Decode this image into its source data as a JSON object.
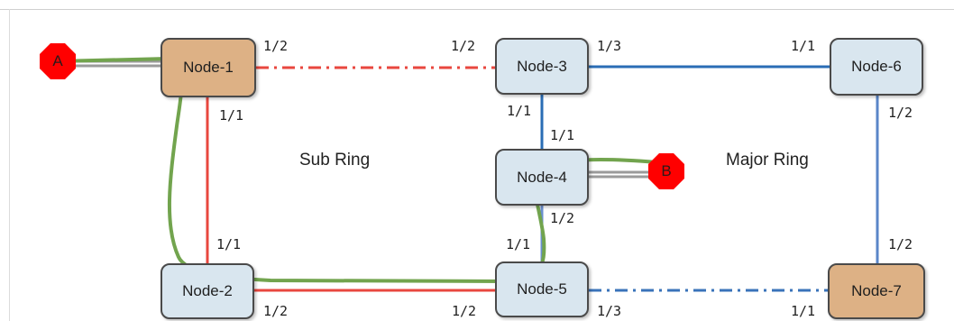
{
  "nodes": {
    "node1": {
      "label": "Node-1"
    },
    "node2": {
      "label": "Node-2"
    },
    "node3": {
      "label": "Node-3"
    },
    "node4": {
      "label": "Node-4"
    },
    "node5": {
      "label": "Node-5"
    },
    "node6": {
      "label": "Node-6"
    },
    "node7": {
      "label": "Node-7"
    }
  },
  "endpoints": {
    "a": {
      "label": "A"
    },
    "b": {
      "label": "B"
    }
  },
  "rings": {
    "sub": "Sub Ring",
    "major": "Major Ring"
  },
  "ports": {
    "n1_right": "1/2",
    "n1_down": "1/1",
    "n3_left": "1/2",
    "n3_right": "1/3",
    "n3_down": "1/1",
    "n4_up": "1/1",
    "n4_down": "1/2",
    "n6_left": "1/1",
    "n6_down": "1/2",
    "n2_up": "1/1",
    "n2_right": "1/2",
    "n5_left": "1/2",
    "n5_up": "1/1",
    "n5_right": "1/3",
    "n7_up": "1/2",
    "n7_left": "1/1"
  },
  "colors": {
    "node_default": "#d9e6ef",
    "node_highlight": "#ddb185",
    "sub_ring_link": "#e8473f",
    "major_ring_link": "#2a6db5",
    "traffic_path": "#72a44e",
    "endpoint": "#ff0000"
  }
}
